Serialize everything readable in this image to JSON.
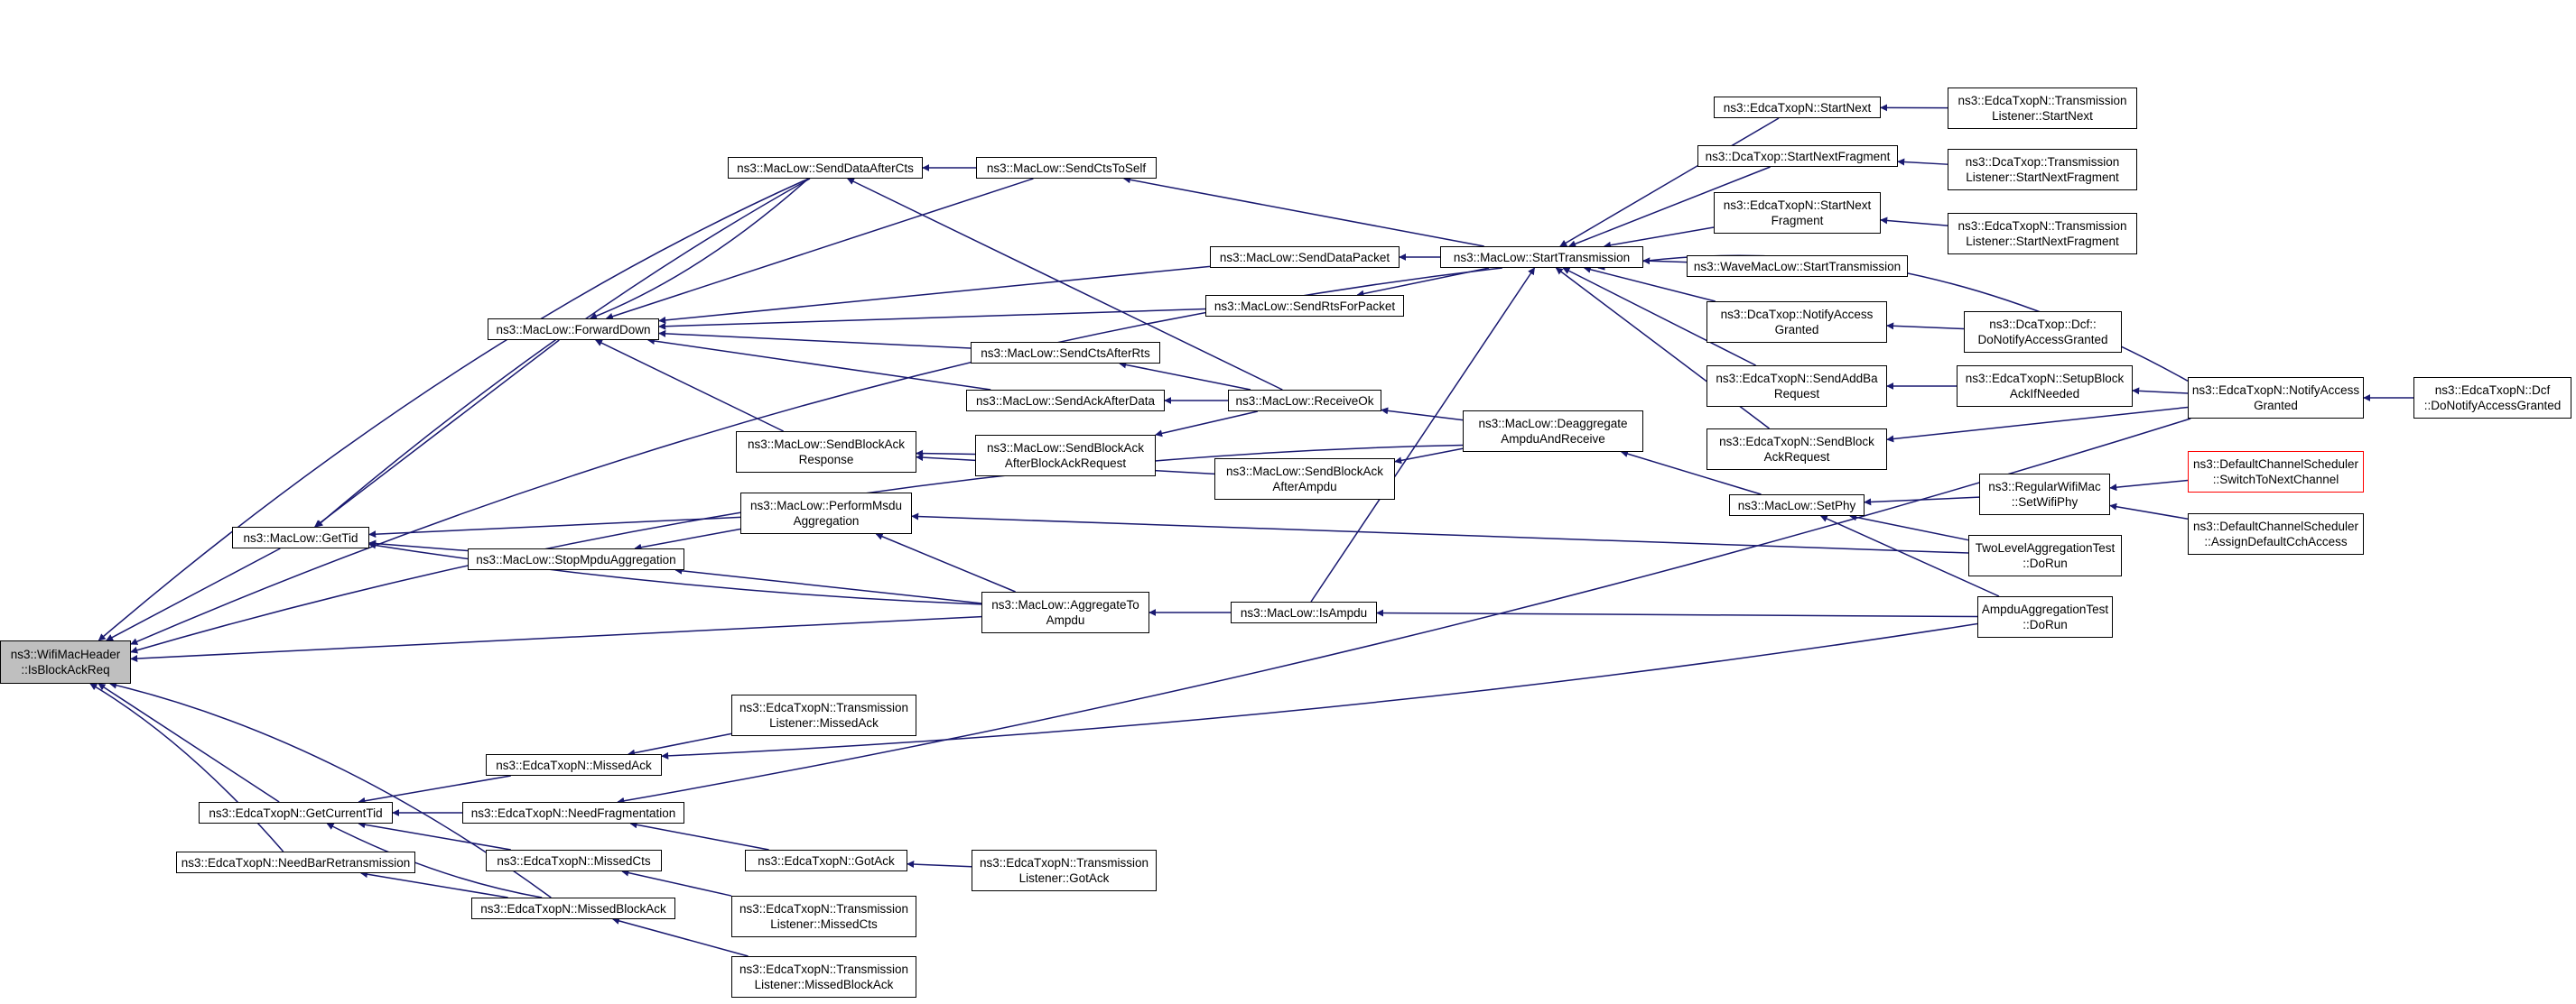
{
  "colors": {
    "edge": "#191970",
    "border": "#000000",
    "root_fill": "#bfbfbf",
    "highlight_border": "#ff0000",
    "background": "#ffffff"
  },
  "nodes": {
    "root": {
      "lines": [
        "ns3::WifiMacHeader",
        "::IsBlockAckReq"
      ]
    },
    "gettid": {
      "lines": [
        "ns3::MacLow::GetTid"
      ]
    },
    "forwarddown": {
      "lines": [
        "ns3::MacLow::ForwardDown"
      ]
    },
    "senddataaftercts": {
      "lines": [
        "ns3::MacLow::SendDataAfterCts"
      ]
    },
    "sendctstoself": {
      "lines": [
        "ns3::MacLow::SendCtsToSelf"
      ]
    },
    "senddatapacket": {
      "lines": [
        "ns3::MacLow::SendDataPacket"
      ]
    },
    "sendrtsforpacket": {
      "lines": [
        "ns3::MacLow::SendRtsForPacket"
      ]
    },
    "sendctsafterrts": {
      "lines": [
        "ns3::MacLow::SendCtsAfterRts"
      ]
    },
    "sendackafterdata": {
      "lines": [
        "ns3::MacLow::SendAckAfterData"
      ]
    },
    "receiveok": {
      "lines": [
        "ns3::MacLow::ReceiveOk"
      ]
    },
    "sendblockackresponse": {
      "lines": [
        "ns3::MacLow::SendBlockAck",
        "Response"
      ]
    },
    "sendblockackafterblockackrequest": {
      "lines": [
        "ns3::MacLow::SendBlockAck",
        "AfterBlockAckRequest"
      ]
    },
    "sendblockackafterampdu": {
      "lines": [
        "ns3::MacLow::SendBlockAck",
        "AfterAmpdu"
      ]
    },
    "deaggregate": {
      "lines": [
        "ns3::MacLow::Deaggregate",
        "AmpduAndReceive"
      ]
    },
    "performmsdu": {
      "lines": [
        "ns3::MacLow::PerformMsdu",
        "Aggregation"
      ]
    },
    "stopmpdu": {
      "lines": [
        "ns3::MacLow::StopMpduAggregation"
      ]
    },
    "aggregatetoampdu": {
      "lines": [
        "ns3::MacLow::AggregateTo",
        "Ampdu"
      ]
    },
    "isampdu": {
      "lines": [
        "ns3::MacLow::IsAmpdu"
      ]
    },
    "starttransmission": {
      "lines": [
        "ns3::MacLow::StartTransmission"
      ]
    },
    "setphy": {
      "lines": [
        "ns3::MacLow::SetPhy"
      ]
    },
    "edca_startnext": {
      "lines": [
        "ns3::EdcaTxopN::StartNext"
      ]
    },
    "dca_startnextfragment": {
      "lines": [
        "ns3::DcaTxop::StartNextFragment"
      ]
    },
    "edca_startnextfragment": {
      "lines": [
        "ns3::EdcaTxopN::StartNext",
        "Fragment"
      ]
    },
    "wavemac_starttransmission": {
      "lines": [
        "ns3::WaveMacLow::StartTransmission"
      ]
    },
    "dca_notifyaccess": {
      "lines": [
        "ns3::DcaTxop::NotifyAccess",
        "Granted"
      ]
    },
    "edca_sendaddba": {
      "lines": [
        "ns3::EdcaTxopN::SendAddBa",
        "Request"
      ]
    },
    "edca_sendblockackreq": {
      "lines": [
        "ns3::EdcaTxopN::SendBlock",
        "AckRequest"
      ]
    },
    "tl_edca_startnext": {
      "lines": [
        "ns3::EdcaTxopN::Transmission",
        "Listener::StartNext"
      ]
    },
    "tl_dca_startnextfragment": {
      "lines": [
        "ns3::DcaTxop::Transmission",
        "Listener::StartNextFragment"
      ]
    },
    "tl_edca_startnextfragment": {
      "lines": [
        "ns3::EdcaTxopN::Transmission",
        "Listener::StartNextFragment"
      ]
    },
    "dca_dcf_donotify": {
      "lines": [
        "ns3::DcaTxop::Dcf::",
        "DoNotifyAccessGranted"
      ]
    },
    "edca_setupblockack": {
      "lines": [
        "ns3::EdcaTxopN::SetupBlock",
        "AckIfNeeded"
      ]
    },
    "edca_notifyaccess": {
      "lines": [
        "ns3::EdcaTxopN::NotifyAccess",
        "Granted"
      ]
    },
    "edca_dcf_donotify": {
      "lines": [
        "ns3::EdcaTxopN::Dcf",
        "::DoNotifyAccessGranted"
      ]
    },
    "regularwifimac_setwifiphy": {
      "lines": [
        "ns3::RegularWifiMac",
        "::SetWifiPhy"
      ]
    },
    "dcs_switchtonextchannel": {
      "lines": [
        "ns3::DefaultChannelScheduler",
        "::SwitchToNextChannel"
      ]
    },
    "dcs_assigndefault": {
      "lines": [
        "ns3::DefaultChannelScheduler",
        "::AssignDefaultCchAccess"
      ]
    },
    "twolevel_dorun": {
      "lines": [
        "TwoLevelAggregationTest",
        "::DoRun"
      ]
    },
    "ampdu_dorun": {
      "lines": [
        "AmpduAggregationTest",
        "::DoRun"
      ]
    },
    "getcurrenttid": {
      "lines": [
        "ns3::EdcaTxopN::GetCurrentTid"
      ]
    },
    "needbarretransmission": {
      "lines": [
        "ns3::EdcaTxopN::NeedBarRetransmission"
      ]
    },
    "missedack": {
      "lines": [
        "ns3::EdcaTxopN::MissedAck"
      ]
    },
    "needfragmentation": {
      "lines": [
        "ns3::EdcaTxopN::NeedFragmentation"
      ]
    },
    "missedcts": {
      "lines": [
        "ns3::EdcaTxopN::MissedCts"
      ]
    },
    "missedblockack": {
      "lines": [
        "ns3::EdcaTxopN::MissedBlockAck"
      ]
    },
    "gotack": {
      "lines": [
        "ns3::EdcaTxopN::GotAck"
      ]
    },
    "tl_missedack": {
      "lines": [
        "ns3::EdcaTxopN::Transmission",
        "Listener::MissedAck"
      ]
    },
    "tl_gotack": {
      "lines": [
        "ns3::EdcaTxopN::Transmission",
        "Listener::GotAck"
      ]
    },
    "tl_missedcts": {
      "lines": [
        "ns3::EdcaTxopN::Transmission",
        "Listener::MissedCts"
      ]
    },
    "tl_missedblockack": {
      "lines": [
        "ns3::EdcaTxopN::Transmission",
        "Listener::MissedBlockAck"
      ]
    }
  }
}
